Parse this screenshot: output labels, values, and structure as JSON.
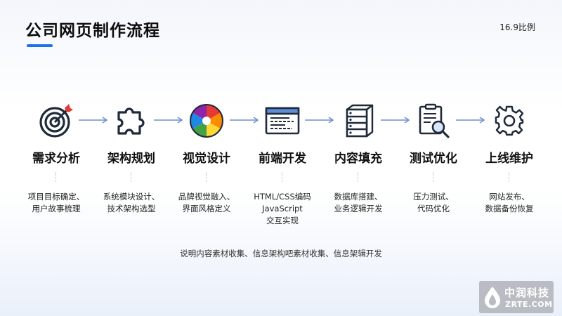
{
  "title": "公司网页制作流程",
  "ratio": "16.9比例",
  "steps": [
    {
      "label": "需求分析",
      "desc": [
        "项目目标确定、",
        "用户故事梳理"
      ],
      "icon": "target-icon"
    },
    {
      "label": "架构规划",
      "desc": [
        "系统模块设计、",
        "技术架构选型"
      ],
      "icon": "puzzle-icon"
    },
    {
      "label": "视觉设计",
      "desc": [
        "品牌视觉融入、",
        "界面风格定义"
      ],
      "icon": "color-wheel-icon"
    },
    {
      "label": "前端开发",
      "desc": [
        "HTML/CSS编码",
        "JavaScript",
        "交互实现"
      ],
      "icon": "browser-code-icon"
    },
    {
      "label": "内容填充",
      "desc": [
        "数据库搭建、",
        "业务逻辑开发"
      ],
      "icon": "server-icon"
    },
    {
      "label": "测试优化",
      "desc": [
        "压力测试、",
        "代码优化"
      ],
      "icon": "document-search-icon"
    },
    {
      "label": "上线维护",
      "desc": [
        "网站发布、",
        "数据备份恢复"
      ],
      "icon": "gear-icon"
    }
  ],
  "note": "说明内容素材收集、信息架构吧素材收集、信息架辑开发",
  "brand": {
    "name": "中润科技",
    "domain": "ZRTE.COM"
  },
  "colors": {
    "accent": "#1a73e8",
    "arrow": "#6b8fc9",
    "brand_bg": "#b9bcc3"
  }
}
